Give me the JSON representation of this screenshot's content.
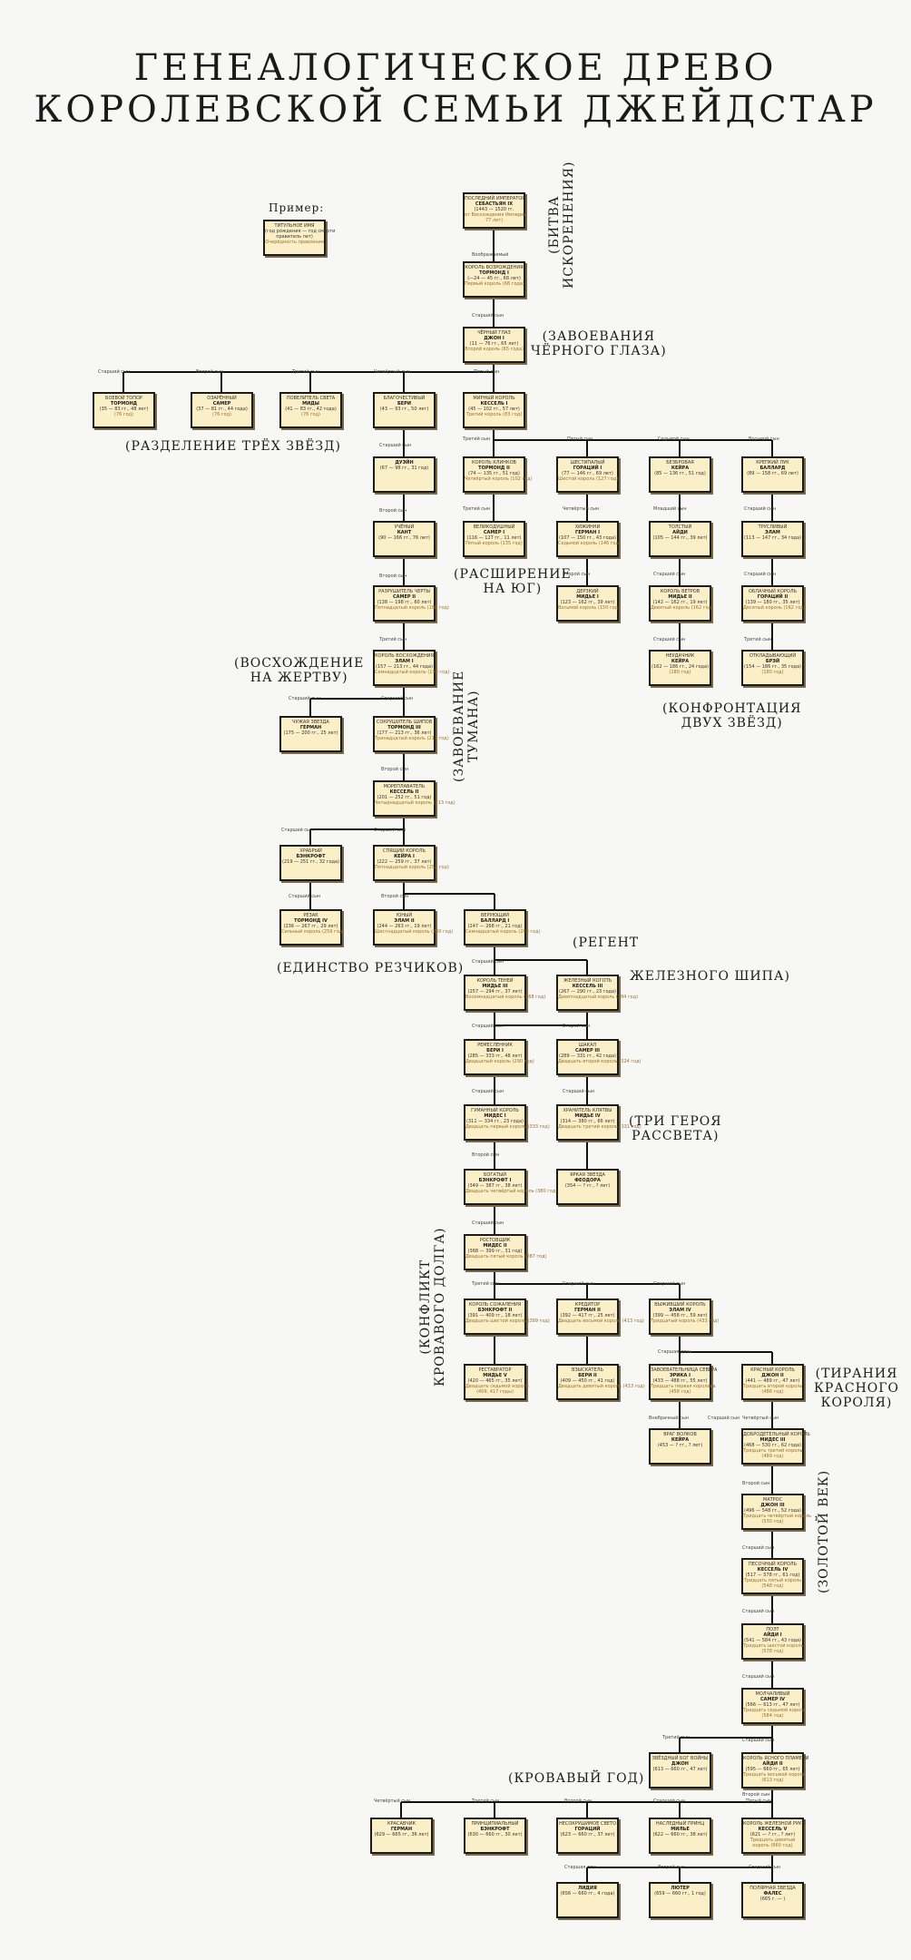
{
  "title": {
    "line1": "ГЕНЕАЛОГИЧЕСКОЕ ДРЕВО",
    "line2": "КОРОЛЕВСКОЙ СЕМЬИ ДЖЕЙДСТАР"
  },
  "legend": {
    "label": "Пример:",
    "box": {
      "t": "ТИТУЛЬНОЕ ИМЯ",
      "n": "(год рождения — год смерти",
      "d": "правитель лет)",
      "o": "Очерёдность правления"
    }
  },
  "eras": [
    {
      "text": "(БИТВА\nИСКОРЕНЕНИЯ)"
    },
    {
      "text": "(ЗАВОЕВАНИЯ\nЧЁРНОГО ГЛАЗА)"
    },
    {
      "text": "(РАЗДЕЛЕНИЕ ТРЁХ ЗВЁЗД)"
    },
    {
      "text": "(РАСШИРЕНИЕ\nНА ЮГ)"
    },
    {
      "text": "(КОНФРОНТАЦИЯ\nДВУХ ЗВЁЗД)"
    },
    {
      "text": "(ВОСХОЖДЕНИЕ\nНА ЖЕРТВУ)"
    },
    {
      "text": "(ЗАВОЕВАНИЕ\nТУМАНА)"
    },
    {
      "text": "(ЕДИНСТВО РЕЗЧИКОВ)"
    },
    {
      "text": "(РЕГЕНТ"
    },
    {
      "text": "ЖЕЛЕЗНОГО ШИПА)"
    },
    {
      "text": "(ТРИ ГЕРОЯ\nРАССВЕТА)"
    },
    {
      "text": "(КОНФЛИКТ\nКРОВАВОГО ДОЛГА)"
    },
    {
      "text": "(ТИРАНИЯ\nКРАСНОГО\nКОРОЛЯ)"
    },
    {
      "text": "(ЗОЛОТОЙ ВЕК)"
    },
    {
      "text": "(КРОВАВЫЙ ГОД)"
    }
  ],
  "relations": [
    "Воображаемый",
    "Старший сын",
    "Старший сын",
    "Второй сын",
    "Третий сын",
    "Четвёртый сын",
    "Пятый сын",
    "Третий сын",
    "Пятый сын",
    "Седьмой сын",
    "Восьмой сын",
    "Старший сын",
    "Второй сын",
    "Второй сын",
    "Третий сын",
    "Третий сын",
    "Четвёртый сын",
    "Второй сын",
    "Младший сын",
    "Старший сын",
    "Старший сын",
    "Старший сын",
    "Старший сын",
    "Третий сын",
    "Старший сын",
    "Старший сын",
    "Второй сын",
    "Старший сын",
    "Старший сын",
    "Старший сын",
    "Второй сын",
    "Старший сын",
    "Старший сын",
    "Второй сын",
    "Старший сын",
    "Старший сын",
    "Второй сын",
    "Старший сын",
    "Третий сын",
    "Старший сын",
    "Старший сын",
    "Старшая дочь",
    "Внебрачный сын",
    "Старший сын",
    "Четвёртый сын",
    "Второй сын",
    "Старший сын",
    "Старший сын",
    "Старший сын",
    "Старший сын",
    "Третий сын",
    "Второй сын",
    "Четвёртый сын",
    "Третий сын",
    "Второй сын",
    "Старший сын",
    "Пятый сын",
    "Старшая дочь",
    "Второй сын",
    "Старший сын"
  ],
  "people": [
    {
      "t": "ПОСЛЕДНИЙ ИМПЕРАТОР",
      "n": "СЕБАСТЬЯН IX",
      "d": "(1443 — 1520 гг.",
      "e": "от Восхождения Империи",
      "o": "77 лет)"
    },
    {
      "t": "КОРОЛЬ ВОЗРОЖДЕНИЯ",
      "n": "ТОРМОНД I",
      "d": "(—24 — 45 гг., 68 лет)",
      "e": "",
      "o": "Первый король (68 года)"
    },
    {
      "t": "ЧЁРНЫЙ ГЛАЗ",
      "n": "ДЖОН I",
      "d": "(11 — 76 гг., 65 лет)",
      "e": "",
      "o": "Второй король (65 года)"
    },
    {
      "t": "БОЕВОЙ ТОПОР",
      "n": "ТОРМОНД",
      "d": "(35 — 83 гг., 48 лет)",
      "e": "",
      "o": "(76 год)"
    },
    {
      "t": "ОЗАРЁННЫЙ",
      "n": "САМЕР",
      "d": "(37 — 81 гг., 44 года)",
      "e": "",
      "o": "(76 год)"
    },
    {
      "t": "ПОВЕЛИТЕЛЬ СВЕТА",
      "n": "МИДЫ",
      "d": "(41 — 83 гг., 42 года)",
      "e": "",
      "o": "(76 год)"
    },
    {
      "t": "БЛАГОЧЕСТИВЫЙ",
      "n": "БЕРИ",
      "d": "(43 — 93 гг., 50 лет)",
      "e": "",
      "o": ""
    },
    {
      "t": "МИРНЫЙ КОРОЛЬ",
      "n": "КЕССЕЛЬ I",
      "d": "(45 — 102 гг., 57 лет)",
      "e": "",
      "o": "Третий король (83 год)"
    },
    {
      "t": "",
      "n": "ДУЭЙН",
      "d": "(67 — 98 гг., 31 год)",
      "e": "",
      "o": ""
    },
    {
      "t": "УЧЁНЫЙ",
      "n": "КАНТ",
      "d": "(90 — 166 гг., 76 лет)",
      "e": "",
      "o": ""
    },
    {
      "t": "РАЗРУШИТЕЛЬ ЧЕРТЫ",
      "n": "САМЕР II",
      "d": "(138 — 198 гг., 60 лет)",
      "e": "",
      "o": "Пятнадцатый король (188 год)"
    },
    {
      "t": "КОРОЛЬ ВОСХОЖДЕНИЯ",
      "n": "ЭЛАМ I",
      "d": "(157 — 213 гг., 44 года)",
      "e": "",
      "o": "Семнадцатый король (198 год)"
    },
    {
      "t": "ЧУЖАЯ ЗВЕЗДА",
      "n": "ГЕРМАН",
      "d": "(175 — 200 гг., 25 лет)",
      "e": "",
      "o": ""
    },
    {
      "t": "СОКРУШИТЕЛЬ ШИПОВ",
      "n": "ТОРМОНД III",
      "d": "(177 — 213 гг., 36 лет)",
      "e": "",
      "o": "Тринадцатый король (211 год)"
    },
    {
      "t": "МОРЕПЛАВАТЕЛЬ",
      "n": "КЕССЕЛЬ II",
      "d": "(201 — 252 гг., 51 год)",
      "e": "",
      "o": "Четырнадцатый король (213 год)"
    },
    {
      "t": "ХРАБРЫЙ",
      "n": "БЭНКРОФТ",
      "d": "(219 — 251 гг., 32 года)",
      "e": "",
      "o": ""
    },
    {
      "t": "СПЯЩИЙ КОРОЛЬ",
      "n": "КЕЙРА I",
      "d": "(222 — 259 гг., 37 лет)",
      "e": "",
      "o": "Пятнадцатый король (252 год)"
    },
    {
      "t": "РЕЗАК",
      "n": "ТОРМОНД IV",
      "d": "(236 — 267 гг., 29 лет)",
      "e": "",
      "o": "Сильный король (259 год)"
    },
    {
      "t": "ЮНЫЙ",
      "n": "ЭЛАМ II",
      "d": "(244 — 263 гг., 19 лет)",
      "e": "",
      "o": "Шестнадцатый король (260 год)"
    },
    {
      "t": "ВЕРУЮЩИЙ",
      "n": "БАЛЛАРД I",
      "d": "(247 — 268 гг., 21 год)",
      "e": "",
      "o": "Семнадцатый король (263 год)"
    },
    {
      "t": "КОРОЛЬ ТЕНЕЙ",
      "n": "МИДЬЕ III",
      "d": "(257 — 294 гг., 37 лет)",
      "e": "",
      "o": "Восемнадцатый король (268 год)"
    },
    {
      "t": "ЖЕЛЕЗНЫЙ КОГОТЬ",
      "n": "КЕССЕЛЬ III",
      "d": "(267 — 290 гг., 23 года)",
      "e": "",
      "o": "Девятнадцатый король (284 год)"
    },
    {
      "t": "РЕМЕСЛЕННИК",
      "n": "БЕРИ I",
      "d": "(285 — 333 гг., 48 лет)",
      "e": "",
      "o": "Двадцатый король (290 год)"
    },
    {
      "t": "ШАКАЛ",
      "n": "САМЕР III",
      "d": "(289 — 331 гг., 42 года)",
      "e": "",
      "o": "Двадцать второй король (324 год)"
    },
    {
      "t": "ГУМАННЫЙ КОРОЛЬ",
      "n": "МИДЕС I",
      "d": "(311 — 334 гг., 23 года)",
      "e": "",
      "o": "Двадцать первый король (333 год)"
    },
    {
      "t": "ХРАНИТЕЛЬ КЛЯТВЫ",
      "n": "МИДЬЕ IV",
      "d": "(314 — 380 гг., 66 лет)",
      "e": "",
      "o": "Двадцать третий король (331 год)"
    },
    {
      "t": "БОГАТЫЙ",
      "n": "БЭНКРОФТ I",
      "d": "(349 — 387 гг., 38 лет)",
      "e": "",
      "o": "Двадцать четвёртый король (380 год)"
    },
    {
      "t": "ЯРКАЯ ЗВЕЗДА",
      "n": "ФЕОДОРА",
      "d": "(354 — ? гг., ? лет)",
      "e": "",
      "o": ""
    },
    {
      "t": "РОСТОВЩИК",
      "n": "МИДЕС II",
      "d": "(368 — 399 гг., 31 год)",
      "e": "",
      "o": "Двадцать пятый король (387 год)"
    },
    {
      "t": "КОРОЛЬ СОЖАЛЕНИЯ",
      "n": "БЭНКРОФТ II",
      "d": "(391 — 409 гг., 18 лет)",
      "e": "",
      "o": "Двадцать шестой король (399 год)"
    },
    {
      "t": "КРЕДИТОР",
      "n": "ГЕРМАН II",
      "d": "(392 — 417 гг., 25 лет)",
      "e": "",
      "o": "Двадцать восьмой король (413 год)"
    },
    {
      "t": "ВЫЖИВШИЙ КОРОЛЬ",
      "n": "ЭЛАМ IV",
      "d": "(399 — 458 гг., 59 лет)",
      "e": "",
      "o": "Тридцатый король (433 год)"
    },
    {
      "t": "РЕСТАВРАТОР",
      "n": "МИДЬЕ V",
      "d": "(420 — 465 гг., 35 лет)",
      "e": "Двадцать седьмой король",
      "o": "(409, 417 годы)"
    },
    {
      "t": "ВЗЫСКАТЕЛЬ",
      "n": "БЕРИ II",
      "d": "(409 — 450 гг., 41 год)",
      "e": "",
      "o": "Двадцать девятый король (433 год)"
    },
    {
      "t": "ЗАВОЕВАТЕЛЬНИЦА СЕВЕРА",
      "n": "ЭРИКА I",
      "d": "(433 — 488 гг., 55 лет)",
      "e": "Тридцать первая королева",
      "o": "(458 год)"
    },
    {
      "t": "КРАСНЫЙ КОРОЛЬ",
      "n": "ДЖОН II",
      "d": "(441 — 489 гг., 47 лет)",
      "e": "Тридцать второй король",
      "o": "(488 год)"
    },
    {
      "t": "ВРАГ ВОЛКОВ",
      "n": "КЕЙРА",
      "d": "(453 — ? гг., ? лет)",
      "e": "",
      "o": ""
    },
    {
      "t": "ДОБРОДЕТЕЛЬНЫЙ КОРОЛЬ",
      "n": "МИДЕС III",
      "d": "(468 — 530 гг., 62 года)",
      "e": "Тридцать третий король",
      "o": "(489 год)"
    },
    {
      "t": "МАТРОС",
      "n": "ДЖОН III",
      "d": "(496 — 548 гг., 52 года)",
      "e": "Тридцать четвёртый король",
      "o": "(530 год)"
    },
    {
      "t": "ПЕСОЧНЫЙ КОРОЛЬ",
      "n": "КЕССЕЛЬ IV",
      "d": "(517 — 578 гг., 61 год)",
      "e": "Тридцать пятый король",
      "o": "(548 год)"
    },
    {
      "t": "ПОЭТ",
      "n": "АЙДИ I",
      "d": "(541 — 584 гг., 43 года)",
      "e": "Тридцать шестой король",
      "o": "(578 год)"
    },
    {
      "t": "МОЛЧАЛИВЫЙ",
      "n": "САМЕР IV",
      "d": "(566 — 613 гг., 47 лет)",
      "e": "Тридцать седьмой король",
      "o": "(584 год)"
    },
    {
      "t": "ЗВЁЗДНЫЙ БОГ ВОЙНЫ",
      "n": "ДЖОН",
      "d": "(613 — 660 гг., 47 лет)",
      "e": "",
      "o": ""
    },
    {
      "t": "КОРОЛЬ ЯСНОГО ПЛАМЕНИ",
      "n": "АЙДИ II",
      "d": "(595 — 660 гг., 65 лет)",
      "e": "Тридцать восьмой король",
      "o": "(613 год)"
    },
    {
      "t": "КРАСАВЧИК",
      "n": "ГЕРМАН",
      "d": "(629 — 665 гг., 36 лет)",
      "e": "",
      "o": ""
    },
    {
      "t": "ПРИНЦИПИАЛЬНЫЙ",
      "n": "БЭНКРОФТ",
      "d": "(630 — 660 гг., 30 лет)",
      "e": "",
      "o": ""
    },
    {
      "t": "НЕСОКРУШИМОЕ СВЕТО",
      "n": "ГОРАЦИЙ",
      "d": "(623 — 660 гг., 37 лет)",
      "e": "",
      "o": ""
    },
    {
      "t": "НАСЛЕДНЫЙ ПРИНЦ",
      "n": "МИЛЬЕ",
      "d": "(622 — 660 гг., 38 лет)",
      "e": "",
      "o": ""
    },
    {
      "t": "КОРОЛЬ ЖЕЛЕЗНОЙ РУКИ",
      "n": "КЕССЕЛЬ V",
      "d": "(621 — ? гг., ? лет)",
      "e": "Тридцать девятый",
      "o": "король (660 год)"
    },
    {
      "t": "",
      "n": "ЛИДИЯ",
      "d": "(656 — 660 гг., 4 года)",
      "e": "",
      "o": ""
    },
    {
      "t": "",
      "n": "ЛЮТЕР",
      "d": "(659 — 660 гг., 1 год)",
      "e": "",
      "o": ""
    },
    {
      "t": "ПОЛЯРНАЯ ЗВЕЗДА",
      "n": "ФАЛЕС",
      "d": "(665 г. — )",
      "e": "",
      "o": ""
    },
    {
      "t": "КОРОЛЬ КЛИНКОВ",
      "n": "ТОРМОНД II",
      "d": "(74 — 135 гг., 51 год)",
      "e": "",
      "o": "Четвёртый король (102 год)"
    },
    {
      "t": "ВЕЛИКОДУШНЫЙ",
      "n": "САМЕР I",
      "d": "(116 — 127 гг., 11 лет)",
      "e": "",
      "o": "Пятый король (135 год)"
    },
    {
      "t": "ШЕСТИПАЛЫЙ",
      "n": "ГОРАЦИЙ I",
      "d": "(77 — 146 гг., 69 лет)",
      "e": "",
      "o": "Шестой король (127 год)"
    },
    {
      "t": "ХИЖИННИ",
      "n": "ГЕРМАН I",
      "d": "(107 — 150 гг., 43 года)",
      "e": "",
      "o": "Седьмой король (146 год)"
    },
    {
      "t": "ДЕРЗКИЙ",
      "n": "МИДЬЕ I",
      "d": "(123 — 162 гг., 39 лет)",
      "e": "",
      "o": "Восьмой король (150 год)"
    },
    {
      "t": "БЕЗБРОВАЯ",
      "n": "КЕЙРА",
      "d": "(85 — 136 гг., 51 год)",
      "e": "",
      "o": ""
    },
    {
      "t": "ТОЛСТЫЙ",
      "n": "АЙДИ",
      "d": "(105 — 144 гг., 39 лет)",
      "e": "",
      "o": ""
    },
    {
      "t": "КОРОЛЬ ВЕТРОВ",
      "n": "МИДЬЕ II",
      "d": "(142 — 162 гг., 19 лет)",
      "e": "",
      "o": "Девятый король (162 год)"
    },
    {
      "t": "НЕУДАЧНИК",
      "n": "КЕЙРА",
      "d": "(162 — 186 гг., 24 года)",
      "e": "",
      "o": "(180 год)"
    },
    {
      "t": "КРЕПКИЙ ЛУК",
      "n": "БАЛЛАРД",
      "d": "(89 — 158 гг., 69 лет)",
      "e": "",
      "o": ""
    },
    {
      "t": "ТРУСЛИВЫЙ",
      "n": "ЭЛАМ",
      "d": "(113 — 147 гг., 34 года)",
      "e": "",
      "o": ""
    },
    {
      "t": "ОБЛАЧНЫЙ КОРОЛЬ",
      "n": "ГОРАЦИЙ II",
      "d": "(139 — 180 гг., 35 лет)",
      "e": "",
      "o": "Десятый король (162 год)"
    },
    {
      "t": "ОТКЛАДЫВАЮЩИЙ",
      "n": "БРЭЙ",
      "d": "(154 — 186 гг., 35 года)",
      "e": "",
      "o": "(180 год)"
    }
  ]
}
